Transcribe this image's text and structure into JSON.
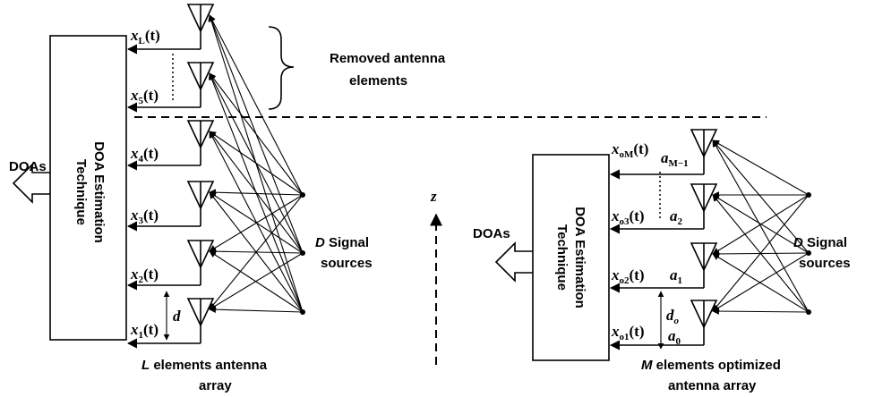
{
  "left": {
    "block_title": "DOA Estimation",
    "block_subtitle": "Technique",
    "output_label": "DOAs",
    "signals": [
      {
        "base": "x",
        "sub": "L",
        "arg": "(t)"
      },
      {
        "base": "x",
        "sub": "5",
        "arg": "(t)"
      },
      {
        "base": "x",
        "sub": "4",
        "arg": "(t)"
      },
      {
        "base": "x",
        "sub": "3",
        "arg": "(t)"
      },
      {
        "base": "x",
        "sub": "2",
        "arg": "(t)"
      },
      {
        "base": "x",
        "sub": "1",
        "arg": "(t)"
      }
    ],
    "spacing_label": "d",
    "removed_label_1": "Removed antenna",
    "removed_label_2": "elements",
    "sources_label_1": "D Signal",
    "sources_label_2": "sources",
    "array_label_1": "L elements antenna",
    "array_label_2": "array"
  },
  "axis_label": "z",
  "right": {
    "block_title": "DOA Estimation",
    "block_subtitle": "Technique",
    "output_label": "DOAs",
    "signals": [
      {
        "base": "x",
        "sub": "oM",
        "arg": "(t)"
      },
      {
        "base": "x",
        "sub": "o3",
        "arg": "(t)"
      },
      {
        "base": "x",
        "sub": "o2",
        "arg": "(t)"
      },
      {
        "base": "x",
        "sub": "o1",
        "arg": "(t)"
      }
    ],
    "coeffs": [
      {
        "base": "a",
        "sub": "M−1"
      },
      {
        "base": "a",
        "sub": "2"
      },
      {
        "base": "a",
        "sub": "1"
      },
      {
        "base": "a",
        "sub": "0"
      }
    ],
    "spacing_label": "d",
    "spacing_sub": "o",
    "sources_label_1": "D Signal",
    "sources_label_2": "sources",
    "array_label_1": "M elements optimized",
    "array_label_2": "antenna array"
  }
}
